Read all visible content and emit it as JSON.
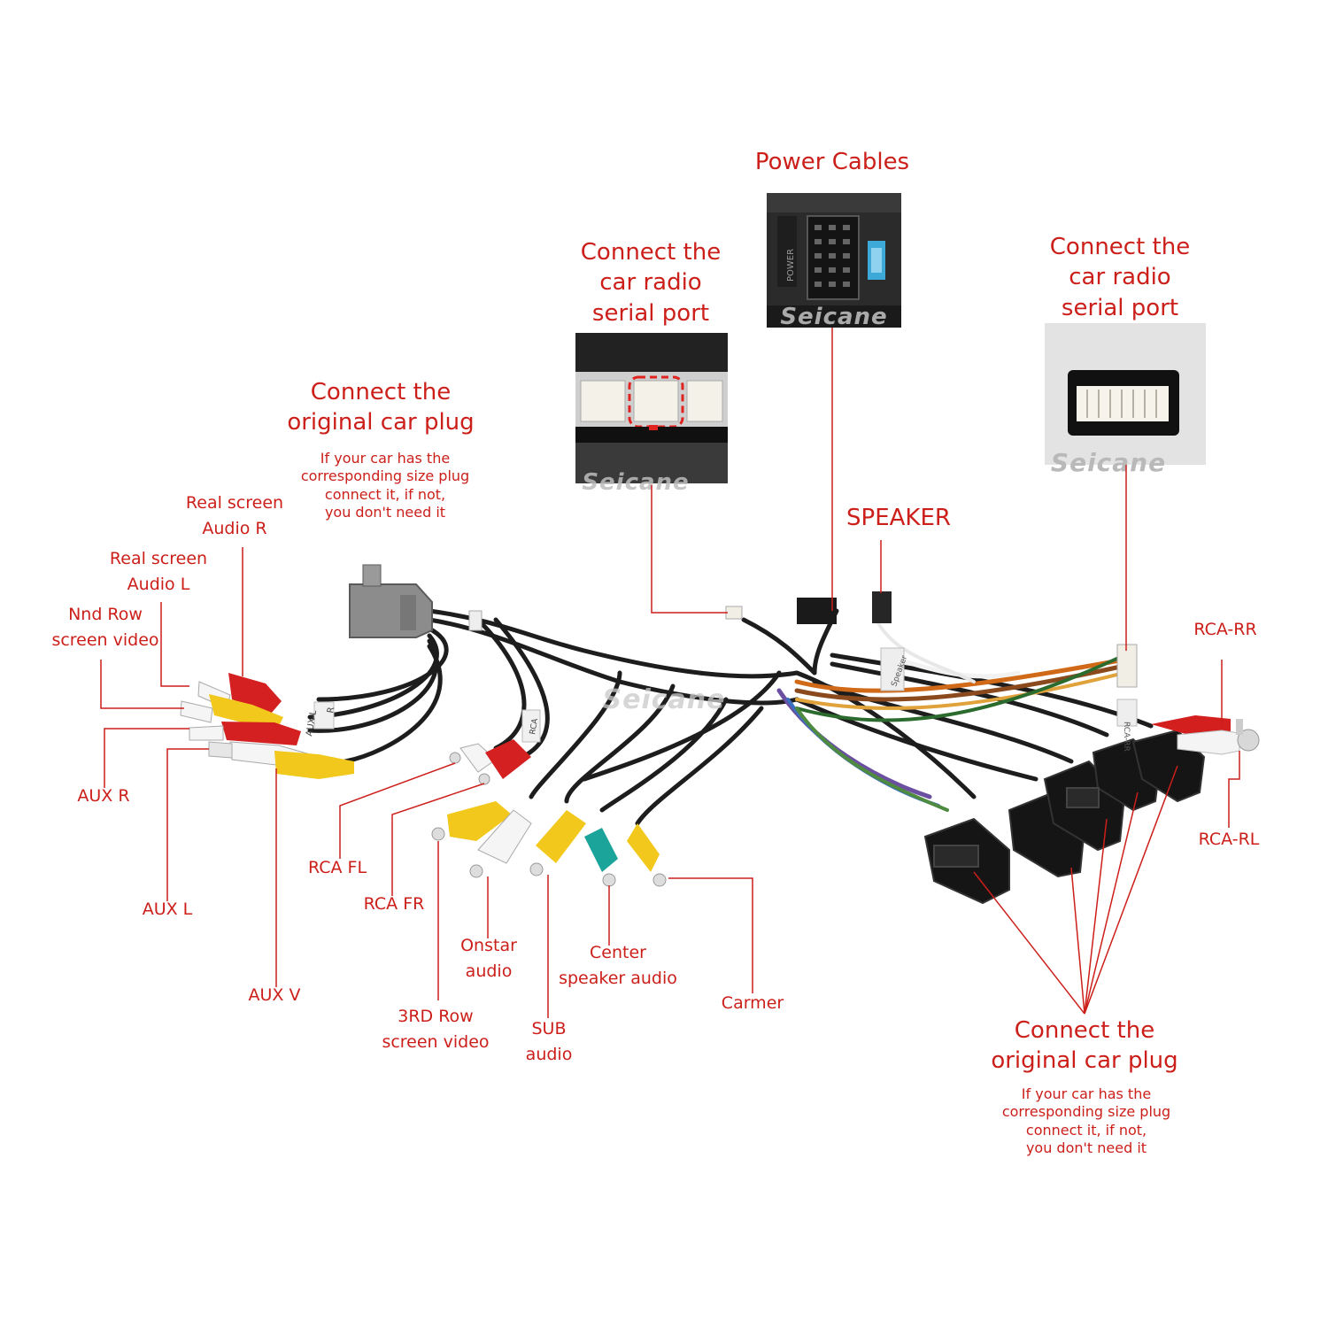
{
  "brand": {
    "watermark": "Seicane",
    "accent_color": "#cc1f1a"
  },
  "photos": {
    "power_panel_text": "POWER",
    "connector_tags": [
      "AUX-L",
      "R",
      "RCA",
      "RCA-RR",
      "Speaker"
    ]
  },
  "labels": {
    "power_cables": "Power Cables",
    "serial_port_left": [
      "Connect the",
      "car radio",
      "serial port"
    ],
    "serial_port_right": [
      "Connect the",
      "car radio",
      "serial port"
    ],
    "original_plug_top": [
      "Connect the",
      "original car plug"
    ],
    "original_plug_top_note": [
      "If your car has the",
      "corresponding size plug",
      "connect it, if not,",
      "you don't need it"
    ],
    "original_plug_bottom": [
      "Connect the",
      "original car plug"
    ],
    "original_plug_bottom_note": [
      "If your car has the",
      "corresponding size plug",
      "connect it, if not,",
      "you don't need it"
    ],
    "speaker": "SPEAKER",
    "real_screen_audio_r": [
      "Real screen",
      "Audio R"
    ],
    "real_screen_audio_l": [
      "Real screen",
      "Audio L"
    ],
    "nnd_row_video": [
      "Nnd Row",
      "screen video"
    ],
    "aux_r": "AUX R",
    "aux_l": "AUX L",
    "aux_v": "AUX V",
    "rca_fl": "RCA FL",
    "rca_fr": "RCA FR",
    "rca_rr": "RCA-RR",
    "rca_rl": "RCA-RL",
    "onstar_audio": [
      "Onstar",
      "audio"
    ],
    "third_row_video": [
      "3RD Row",
      "screen video"
    ],
    "sub_audio": [
      "SUB",
      "audio"
    ],
    "center_speaker_audio": [
      "Center",
      "speaker audio"
    ],
    "carmer": "Carmer"
  }
}
